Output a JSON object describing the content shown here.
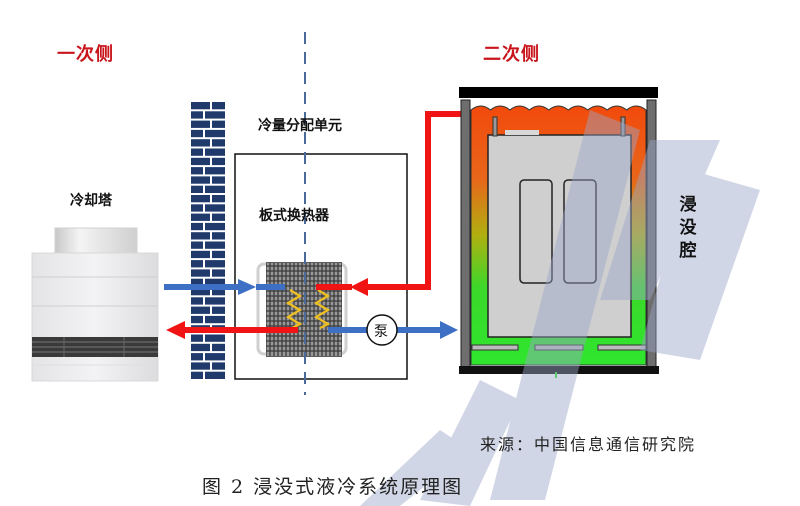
{
  "diagram": {
    "primary_side_label": "一次侧",
    "secondary_side_label": "二次侧",
    "cdu_label": "冷量分配单元",
    "cooling_tower_label": "冷却塔",
    "plate_heat_exchanger_label": "板式换热器",
    "pump_label": "泵",
    "immersion_chamber_label": [
      "浸",
      "没",
      "腔"
    ],
    "source_text": "来源：中国信息通信研究院",
    "caption": "图 2 浸没式液冷系统原理图"
  },
  "colors": {
    "primary_title": "#c8141b",
    "hot_flow": "#f01414",
    "cold_flow": "#3d6fc4",
    "wall": "#1f3a6b",
    "hot_coolant": "#f04a0a",
    "cold_coolant": "#2ee62e",
    "watermark": "#b8c0d8"
  }
}
